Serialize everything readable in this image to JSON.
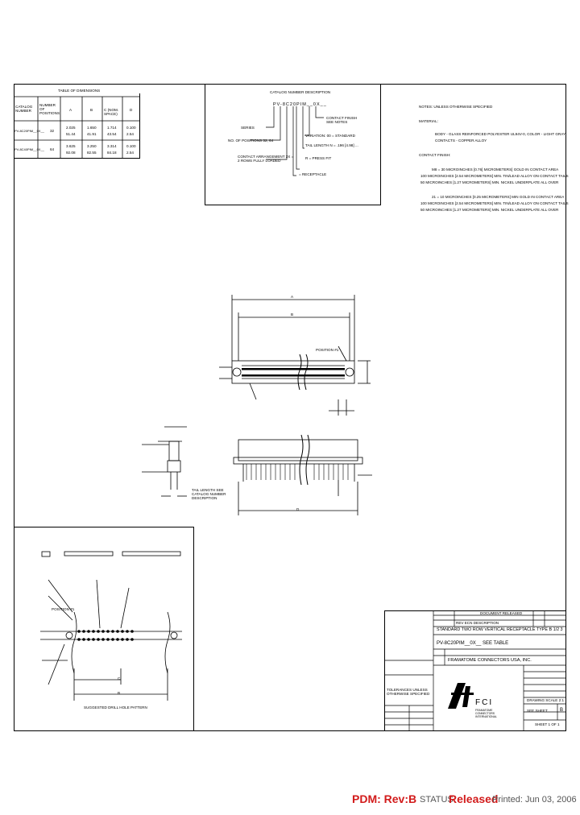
{
  "dims_table": {
    "title": "TABLE OF DIMENSIONS",
    "headers": [
      "CATALOG NUMBER",
      "NUMBER OF POSITIONS",
      "A",
      "B",
      "C (NOM. SPACE)",
      "D"
    ],
    "rows": [
      {
        "catalog": "PV-8C20PIM__0X__",
        "positions": "32",
        "a": [
          "2.025",
          "51.44"
        ],
        "b": [
          "1.650",
          "41.91"
        ],
        "c": [
          "1.714",
          "43.54"
        ],
        "d": [
          "0.100",
          "2.54"
        ]
      },
      {
        "catalog": "PV-8C40PIM__0X__",
        "positions": "64",
        "a": [
          "3.625",
          "92.08"
        ],
        "b": [
          "3.250",
          "82.55"
        ],
        "c": [
          "3.314",
          "84.18"
        ],
        "d": [
          "0.100",
          "2.54"
        ]
      }
    ]
  },
  "catalog_desc": {
    "title": "CATALOG NUMBER DESCRIPTION",
    "code": "PV-8C20PIM__0X__",
    "items": [
      "SERIES",
      "NO. OF POSITIONS 32, 64",
      "CONTACT ARRANGEMENT 2X = 2 ROWS FULLY LOADED",
      "CONTACT FINISH SEE NOTES",
      "VARIATION: 00 = STANDARD",
      "TAIL LENGTH  N = .196 [4.98]  ...",
      "R = PRESS FIT",
      "= RECEPTACLE"
    ]
  },
  "notes": {
    "title": "NOTES: UNLESS OTHERWISE SPECIFIED",
    "lines": [
      "MATERIAL:",
      "BODY - GLASS REINFORCED POLYESTER UL94V-0, COLOR - LIGHT GRAY",
      "CONTACTS - COPPER ALLOY",
      "CONTACT FINISH:",
      "M8 = 30 MICROINCHES [0.76] MICROMETERS] GOLD IN CONTACT AREA",
      "100 MICROINCHES [2.54 MICROMETERS] MIN. TIN/LEAD ALLOY ON CONTACT TAILS",
      "50 MICROINCHES [1.27 MICROMETERS] MIN. NICKEL UNDERPLATE ALL OVER",
      "21 = 10 MICROINCHES [0.25 MICROMETERS] MIN GOLD IN CONTACT AREA",
      "100 MICROINCHES [2.54 MICROMETERS] MIN. TIN/LEAD ALLOY ON CONTACT TAILS",
      "50 MICROINCHES [1.27 MICROMETERS] MIN. NICKEL UNDERPLATE ALL OVER"
    ]
  },
  "drawing_labels": {
    "dim_a": "A",
    "dim_b": "B",
    "dim_c": "C",
    "dim_d": "D",
    "position1": "POSITION #1",
    "tail_length": "TAIL LENGTH SEE CATALOG NUMBER DESCRIPTION",
    "hole_pattern": "SUGGESTED DRILL HOLE PATTERN",
    "position_label": "POSITION #1"
  },
  "title_block": {
    "revision_row": "REV  ECN  DESCRIPTION",
    "rev_desc": "DOCUMENT RELEASED",
    "title": "STANDARD TWO ROW VERTICAL RECEPTACLE TYPE B 1/2 3",
    "cat_no": "PV-8C20PIM__0X__ SEE TABLE",
    "company": "FRAMATOME CONNECTORS USA, INC.",
    "logo_text": "FCI",
    "logo_sub": "FRAMATOME CONNECTORS INTERNATIONAL",
    "drawing_no": "SEE SHEET",
    "sheet": "SHEET 1 OF 1",
    "rev": "B",
    "scale": "DRAWING SCALE 2:1",
    "tolerances": "TOLERANCES UNLESS OTHERWISE SPECIFIED"
  },
  "footer": {
    "pdm": "PDM: Rev:B",
    "status": "STATUS",
    "released": "Released",
    "printed": "Printed: Jun 03, 2006"
  }
}
